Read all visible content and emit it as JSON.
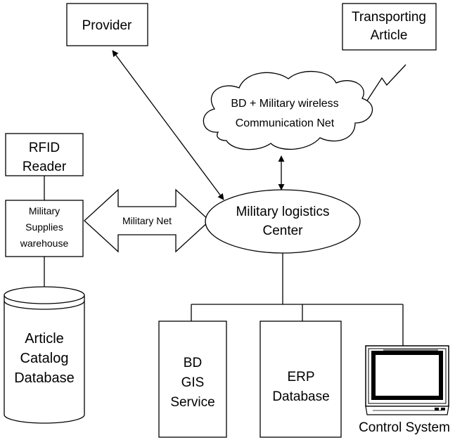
{
  "nodes": {
    "provider": {
      "label": "Provider"
    },
    "transporting_article": {
      "line1": "Transporting",
      "line2": "Article"
    },
    "wireless_net": {
      "line1": "BD + Military wireless",
      "line2": "Communication Net"
    },
    "rfid_reader": {
      "line1": "RFID",
      "line2": "Reader"
    },
    "warehouse": {
      "line1": "Military",
      "line2": "Supplies",
      "line3": "warehouse"
    },
    "military_net": {
      "label": "Military Net"
    },
    "logistics_center": {
      "line1": "Military logistics",
      "line2": "Center"
    },
    "article_catalog_db": {
      "line1": "Article",
      "line2": "Catalog",
      "line3": "Database"
    },
    "gis_service": {
      "line1": "BD",
      "line2": "GIS",
      "line3": "Service"
    },
    "erp_db": {
      "line1": "ERP",
      "line2": "Database"
    },
    "control_system": {
      "label": "Control System"
    }
  },
  "icons": {
    "wireless_signal": "lightning-bolt-icon",
    "control_system": "computer-monitor-icon"
  }
}
